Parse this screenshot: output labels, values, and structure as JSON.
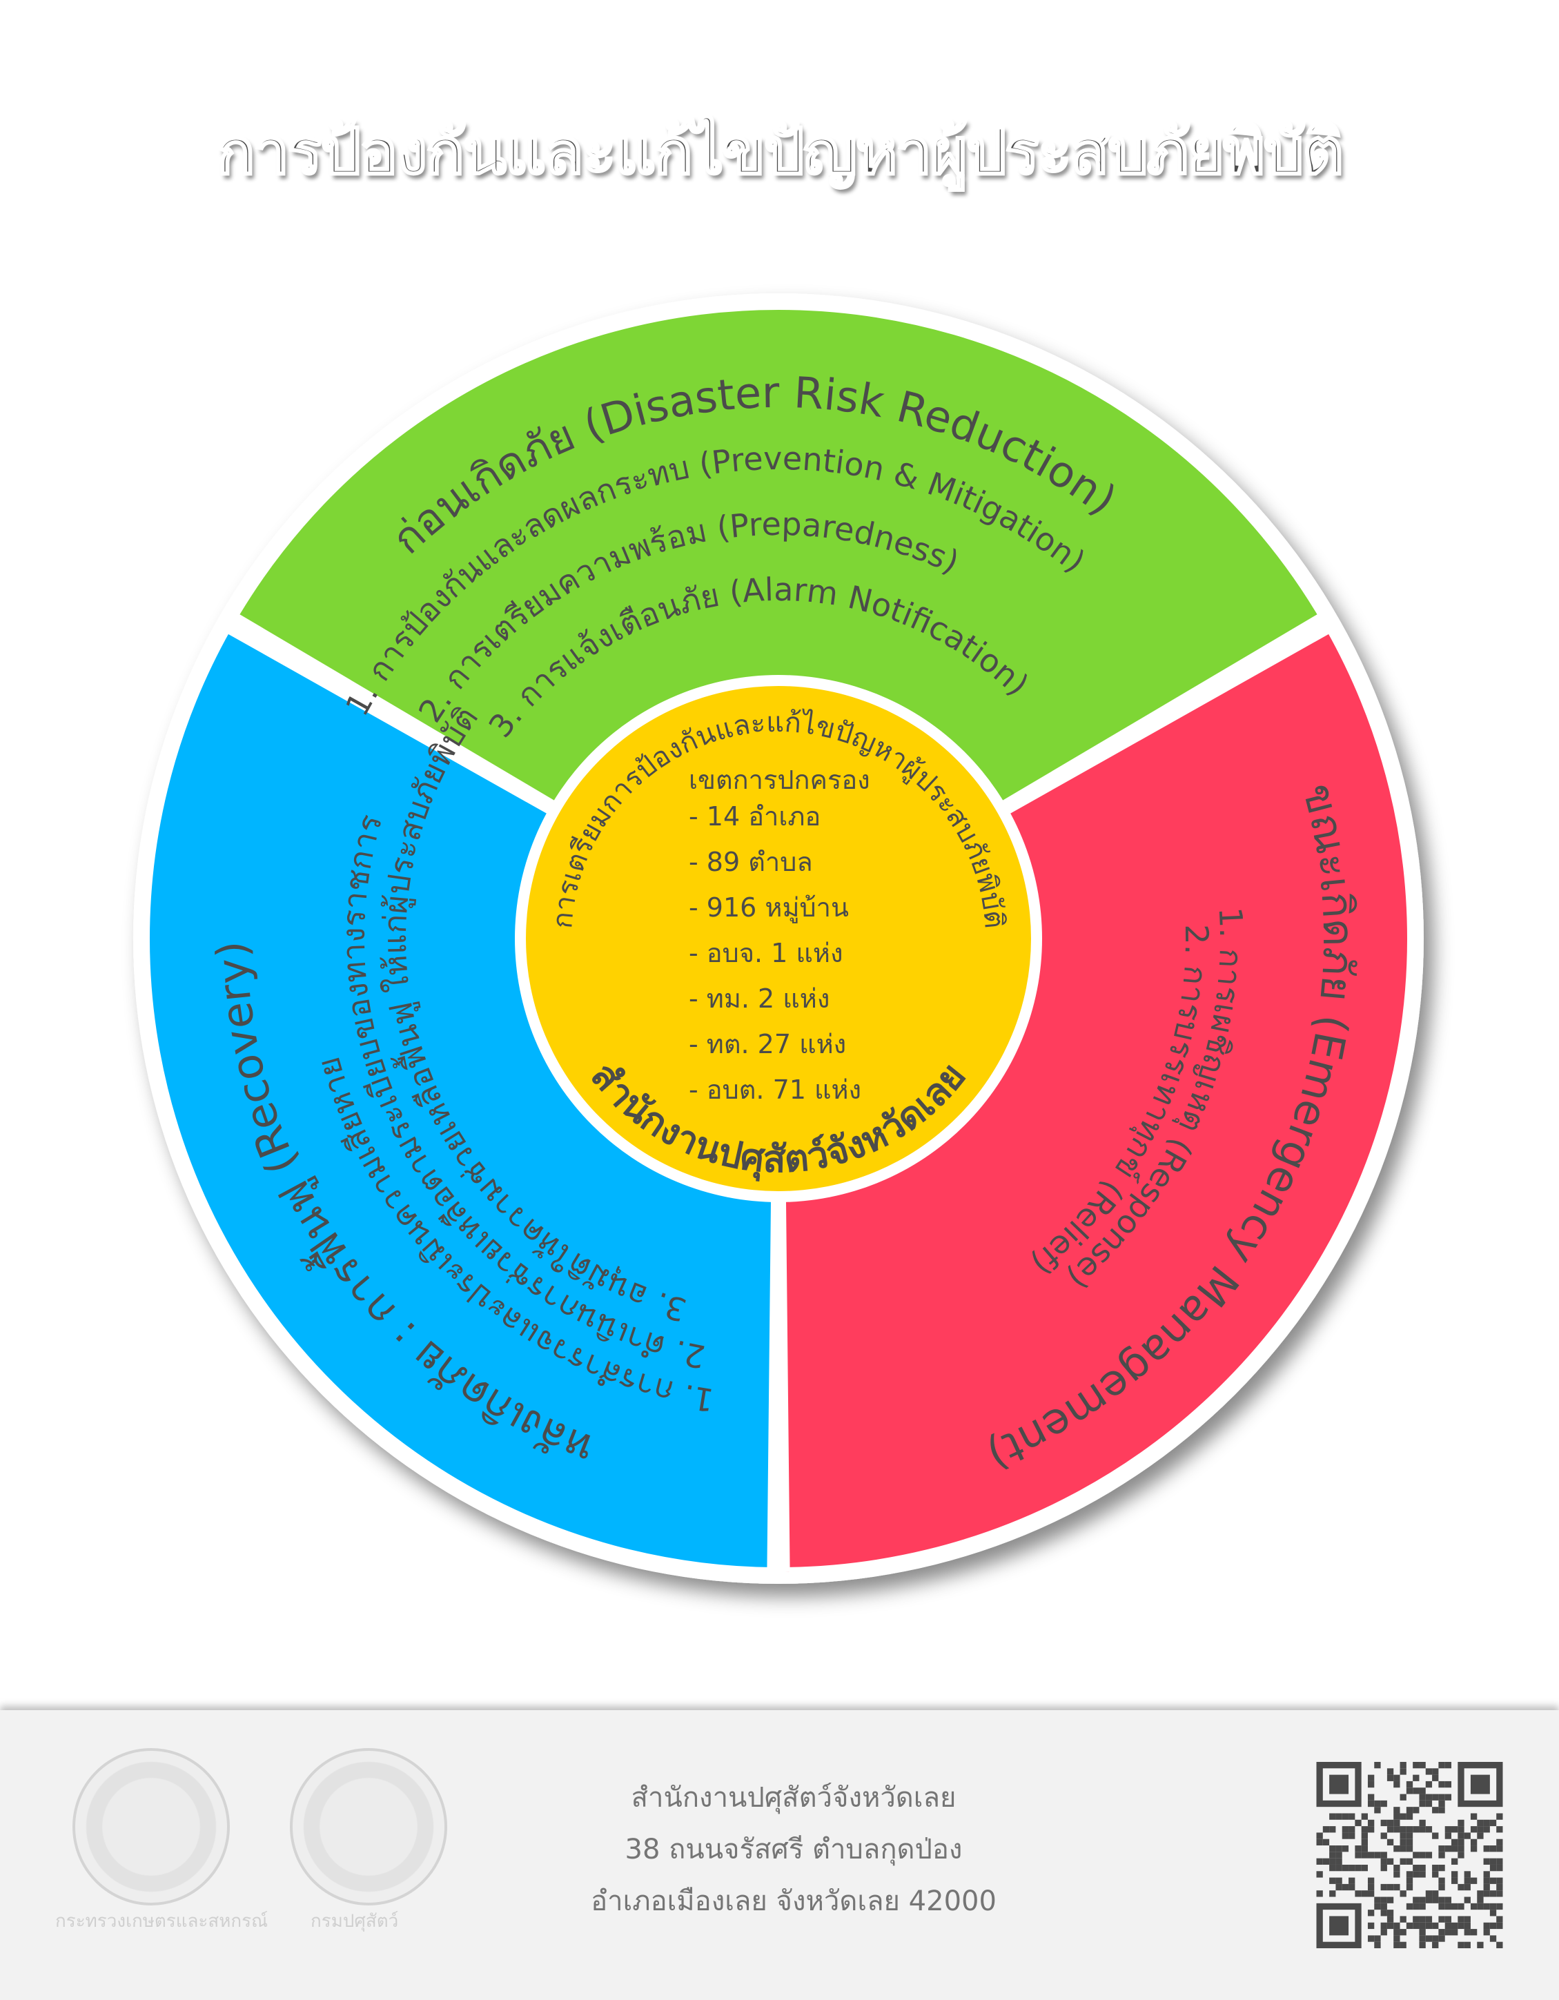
{
  "title": "การป้องกันและแก้ไขปัญหาผู้ประสบภัยพิบัติ",
  "colors": {
    "green": "#7ED635",
    "red": "#FF3D5D",
    "blue": "#00B5FF",
    "yellow": "#FFD200",
    "text": "#4B4B4B"
  },
  "sectors": {
    "before": {
      "title": "ก่อนเกิดภัย (Disaster Risk Reduction)",
      "items": [
        "1. การป้องกันและลดผลกระทบ (Prevention & Mitigation)",
        "2. การเตรียมความพร้อม (Preparedness)",
        "3. การแจ้งเตือนภัย (Alarm Notification)"
      ]
    },
    "during": {
      "title": "ขณะเกิดภัย (Emergency Management)",
      "items": [
        "1. การเผชิญเหตุ (Response)",
        "2. การบรรเทาทุกข์ (Relief)"
      ]
    },
    "after": {
      "title": "หลังเกิดภัย : การฟื้นฟู (Recovery)",
      "items": [
        "1. การสำรวจและประเมินความเสียหาย",
        "2. ดำเนินการช่วยเหลือตามระเบียบของทางราชการ",
        "3. อนุมัติให้ความช่วยเหลือฟื้นฟู ให้แก่ผู้ประสบภัยพิบัติ"
      ]
    }
  },
  "center": {
    "arc_top": "การเตรียมการป้องกันและแก้ไขปัญหาผู้ประสบภัยพิบัติ",
    "arc_bottom": "สำนักงานปศุสัตว์จังหวัดเลย",
    "heading": "เขตการปกครอง",
    "list": [
      "- 14 อำเภอ",
      "- 89 ตำบล",
      "- 916 หมู่บ้าน",
      "- อบจ. 1 แห่ง",
      "- ทม. 2 แห่ง",
      "- ทต. 27 แห่ง",
      "- อบต. 71 แห่ง"
    ]
  },
  "footer": {
    "seal1_caption": "กระทรวงเกษตรและสหกรณ์",
    "seal2_caption": "กรมปศุสัตว์",
    "address": [
      "สำนักงานปศุสัตว์จังหวัดเลย",
      "38 ถนนจรัสศรี   ตำบลกุดป่อง",
      "อำเภอเมืองเลย จังหวัดเลย 42000"
    ]
  }
}
